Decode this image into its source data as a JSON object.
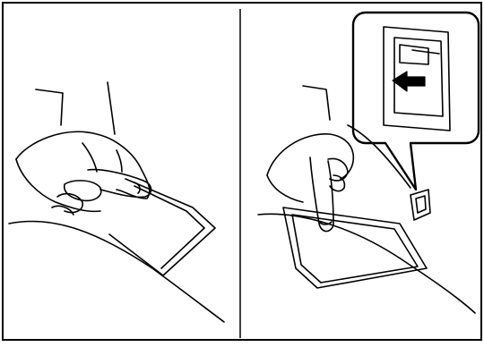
{
  "figure": {
    "panels": [
      {
        "id": "left",
        "icon": "hand-pinching-strap-illustration"
      },
      {
        "id": "right",
        "icon": "finger-pressing-mat-illustration",
        "callout_icon": "push-arrow-icon"
      }
    ],
    "colors": {
      "line": "#000000",
      "background": "#ffffff",
      "arrow": "#000000"
    }
  }
}
